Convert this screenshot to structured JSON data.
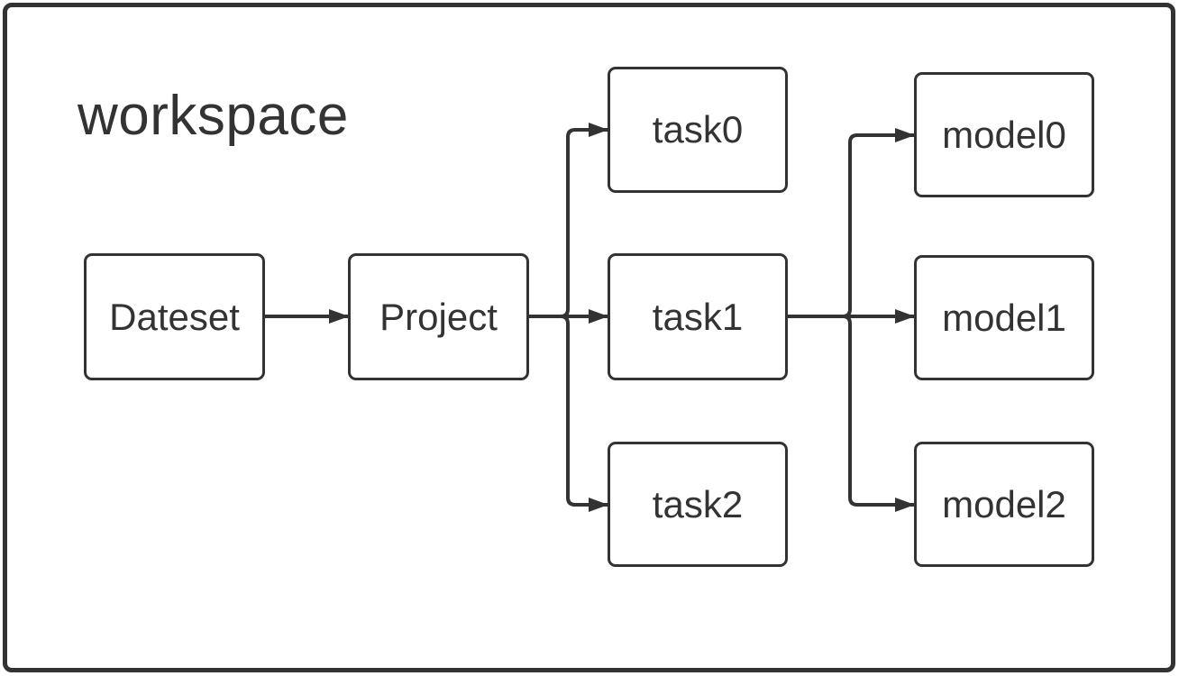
{
  "diagram": {
    "title": "workspace",
    "nodes": {
      "dateset": {
        "label": "Dateset"
      },
      "project": {
        "label": "Project"
      },
      "task0": {
        "label": "task0"
      },
      "task1": {
        "label": "task1"
      },
      "task2": {
        "label": "task2"
      },
      "model0": {
        "label": "model0"
      },
      "model1": {
        "label": "model1"
      },
      "model2": {
        "label": "model2"
      }
    },
    "edges": [
      {
        "from": "Dateset",
        "to": "Project"
      },
      {
        "from": "Project",
        "to": "task0"
      },
      {
        "from": "Project",
        "to": "task1"
      },
      {
        "from": "Project",
        "to": "task2"
      },
      {
        "from": "task1",
        "to": "model0"
      },
      {
        "from": "task1",
        "to": "model1"
      },
      {
        "from": "task1",
        "to": "model2"
      }
    ],
    "colors": {
      "stroke": "#333333",
      "text": "#333333",
      "background": "#ffffff"
    }
  }
}
